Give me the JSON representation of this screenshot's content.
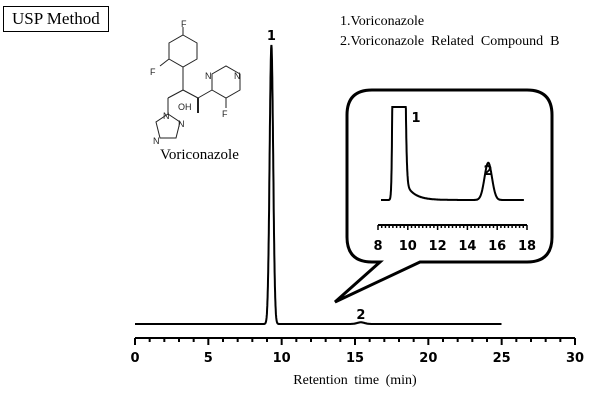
{
  "title": "USP Method",
  "legend": [
    "1.Voriconazole",
    "2.Voriconazole  Related  Compound  B"
  ],
  "structure": {
    "name": "Voriconazole",
    "atom_labels": [
      "F",
      "F",
      "OH",
      "N",
      "N",
      "N",
      "N",
      "N",
      "F"
    ]
  },
  "chart_data": {
    "type": "line",
    "title": "USP Method",
    "xlabel": "Retention  time  (min)",
    "ylabel": "",
    "xlim": [
      0,
      30
    ],
    "xticks": [
      0,
      5,
      10,
      15,
      20,
      25,
      30
    ],
    "minor_tick_step": 1,
    "trace_range": [
      0,
      25
    ],
    "grid": false,
    "legend_position": "top-right",
    "peaks": [
      {
        "label": "1",
        "name": "Voriconazole",
        "rt": 9.3,
        "rel_height": 1.0,
        "width": 0.12
      },
      {
        "label": "2",
        "name": "Voriconazole Related Compound B",
        "rt": 15.4,
        "rel_height": 0.006,
        "width": 0.25
      }
    ],
    "inset": {
      "xlim": [
        8,
        18
      ],
      "xticks": [
        8,
        10,
        12,
        14,
        16,
        18
      ],
      "minor_tick_step": 0.25,
      "trace_range": [
        8.2,
        17.8
      ],
      "peak_labels": [
        "1",
        "2"
      ]
    }
  }
}
